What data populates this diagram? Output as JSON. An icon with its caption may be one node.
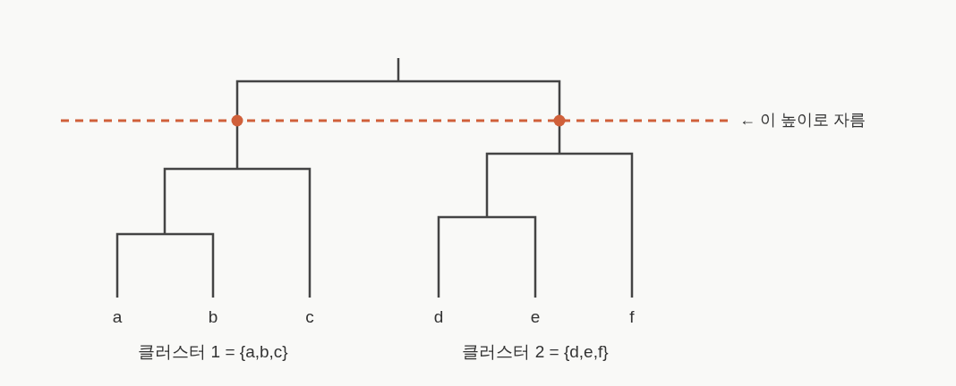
{
  "diagram": {
    "labels": [
      "a",
      "b",
      "c",
      "d",
      "e",
      "f",
      "← 이 높이로 자름",
      "클러스터 1 = {a,b,c}",
      "클러스터 2 = {d,e,f}"
    ]
  }
}
